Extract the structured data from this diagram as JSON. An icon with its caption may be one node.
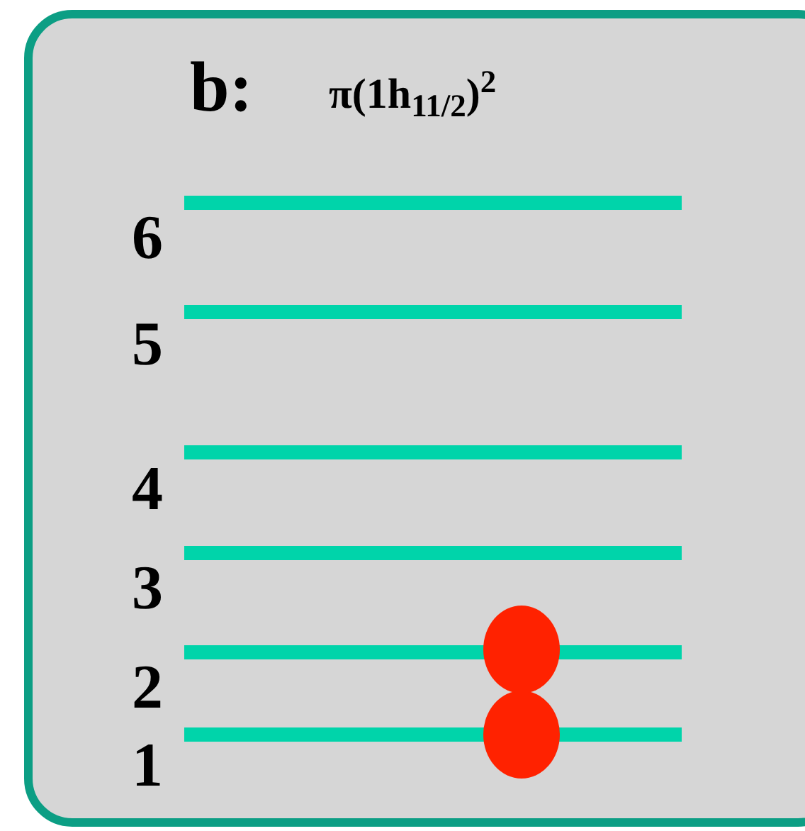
{
  "diagram": {
    "title": "b:",
    "labels": [
      "π(1h$_{11/2}$)$^{2}$",
      "6",
      "5",
      "4",
      "3",
      "2",
      "1"
    ]
  }
}
